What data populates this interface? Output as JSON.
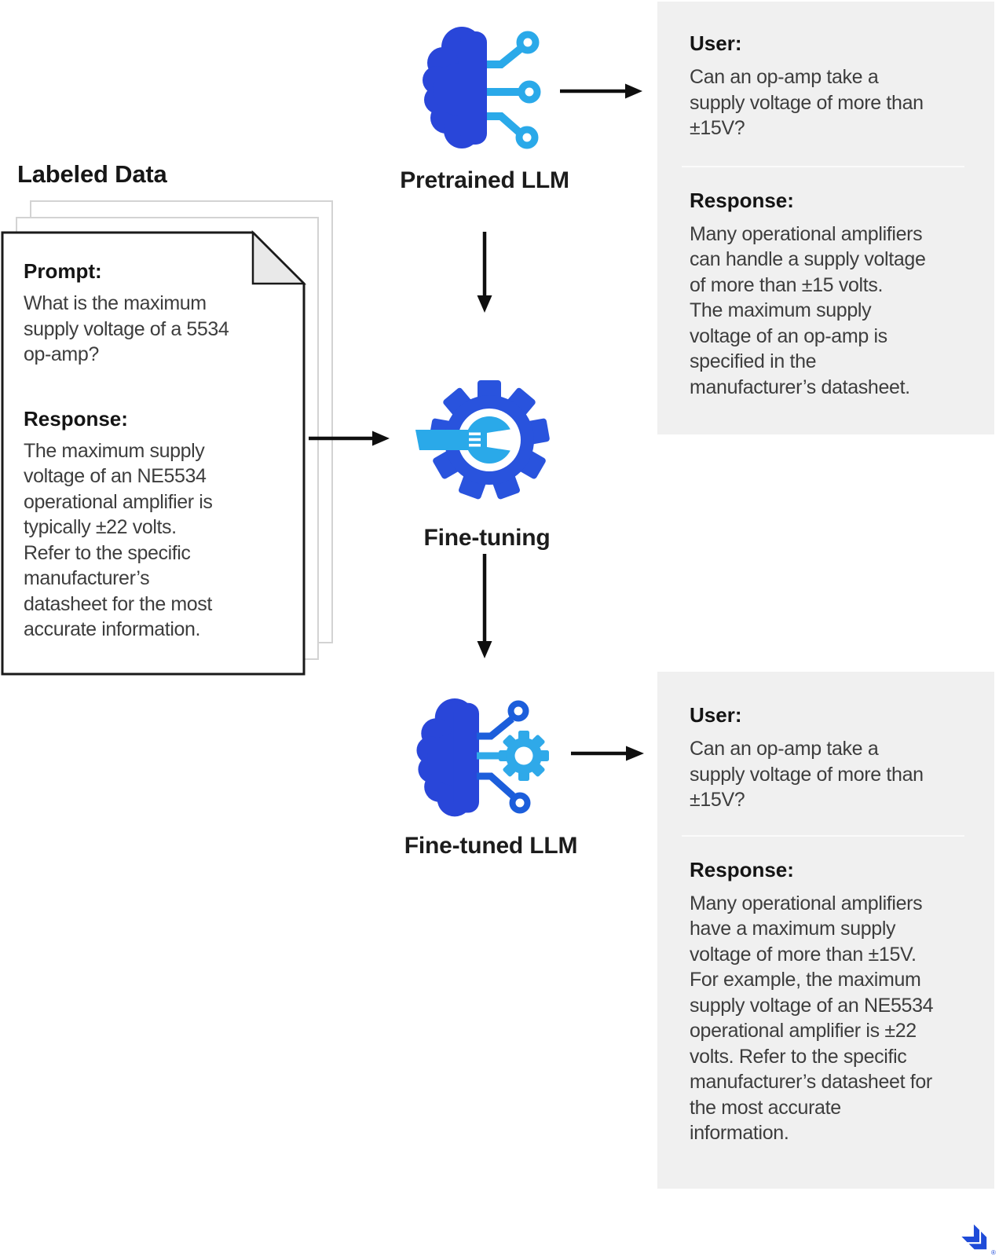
{
  "labeled_data": {
    "title": "Labeled Data",
    "document": {
      "prompt_heading": "Prompt:",
      "prompt_body": "What is the maximum\nsupply voltage of a 5534\nop-amp?",
      "response_heading": "Response:",
      "response_body": "The maximum supply\nvoltage of an NE5534\noperational amplifier is\ntypically ±22 volts.\nRefer to the specific\nmanufacturer’s\ndatasheet for the most\naccurate information."
    }
  },
  "pretrained": {
    "label": "Pretrained LLM",
    "chat": {
      "user_heading": "User:",
      "user_body": "Can an op-amp take a\nsupply voltage of more than\n±15V?",
      "response_heading": "Response:",
      "response_body": "Many operational amplifiers\ncan handle a supply voltage\nof more than ±15 volts.\nThe maximum supply\nvoltage of an op-amp is\nspecified in the\nmanufacturer’s datasheet."
    }
  },
  "fine_tuning": {
    "label": "Fine-tuning"
  },
  "fine_tuned": {
    "label": "Fine-tuned LLM",
    "chat": {
      "user_heading": "User:",
      "user_body": "Can an op-amp take a\nsupply voltage of more than\n±15V?",
      "response_heading": "Response:",
      "response_body": "Many operational amplifiers\nhave a maximum supply\nvoltage of more than ±15V.\nFor example, the maximum\nsupply voltage of an NE5534\noperational amplifier is ±22\nvolts. Refer to the specific\nmanufacturer’s datasheet for\nthe most accurate\ninformation."
    }
  },
  "icons": {
    "pretrained": "brain-circuit-icon",
    "fine_tuning": "gear-wrench-icon",
    "fine_tuned": "brain-circuit-gear-icon",
    "footer_logo": "toptal-logo"
  },
  "colors": {
    "brain_blue": "#2946D9",
    "gear_blue": "#2953DD",
    "light_blue": "#2AA9E9",
    "trace_blue": "#1C5EDB",
    "small_gear_blue": "#2FA9E9",
    "chat_box_bg": "#F0F0F0",
    "arrow_black": "#0F0F0F",
    "logo_blue": "#1F4BD8"
  }
}
